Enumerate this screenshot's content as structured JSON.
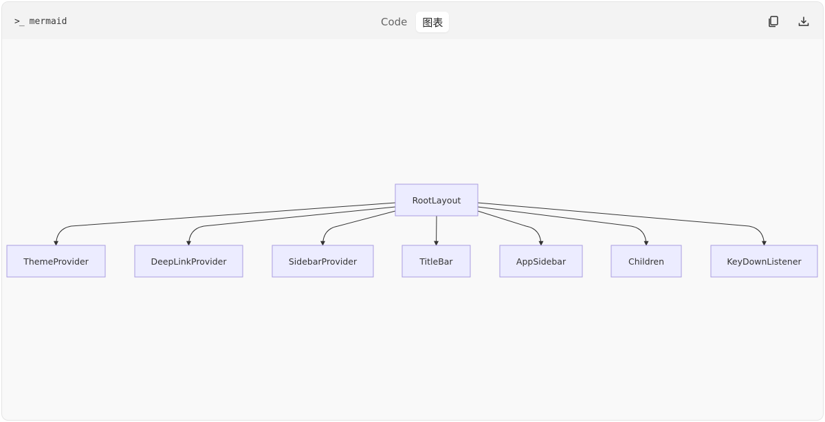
{
  "header": {
    "language_icon": ">_",
    "language_label": "mermaid",
    "tabs": [
      {
        "label": "Code",
        "active": false
      },
      {
        "label": "图表",
        "active": true
      }
    ],
    "copy_icon": "copy-icon",
    "download_icon": "download-icon"
  },
  "diagram": {
    "root": "RootLayout",
    "children": [
      "ThemeProvider",
      "DeepLinkProvider",
      "SidebarProvider",
      "TitleBar",
      "AppSidebar",
      "Children",
      "KeyDownListener"
    ],
    "colors": {
      "node_fill": "#ececff",
      "node_border": "#a99ce0",
      "edge": "#333333"
    }
  }
}
